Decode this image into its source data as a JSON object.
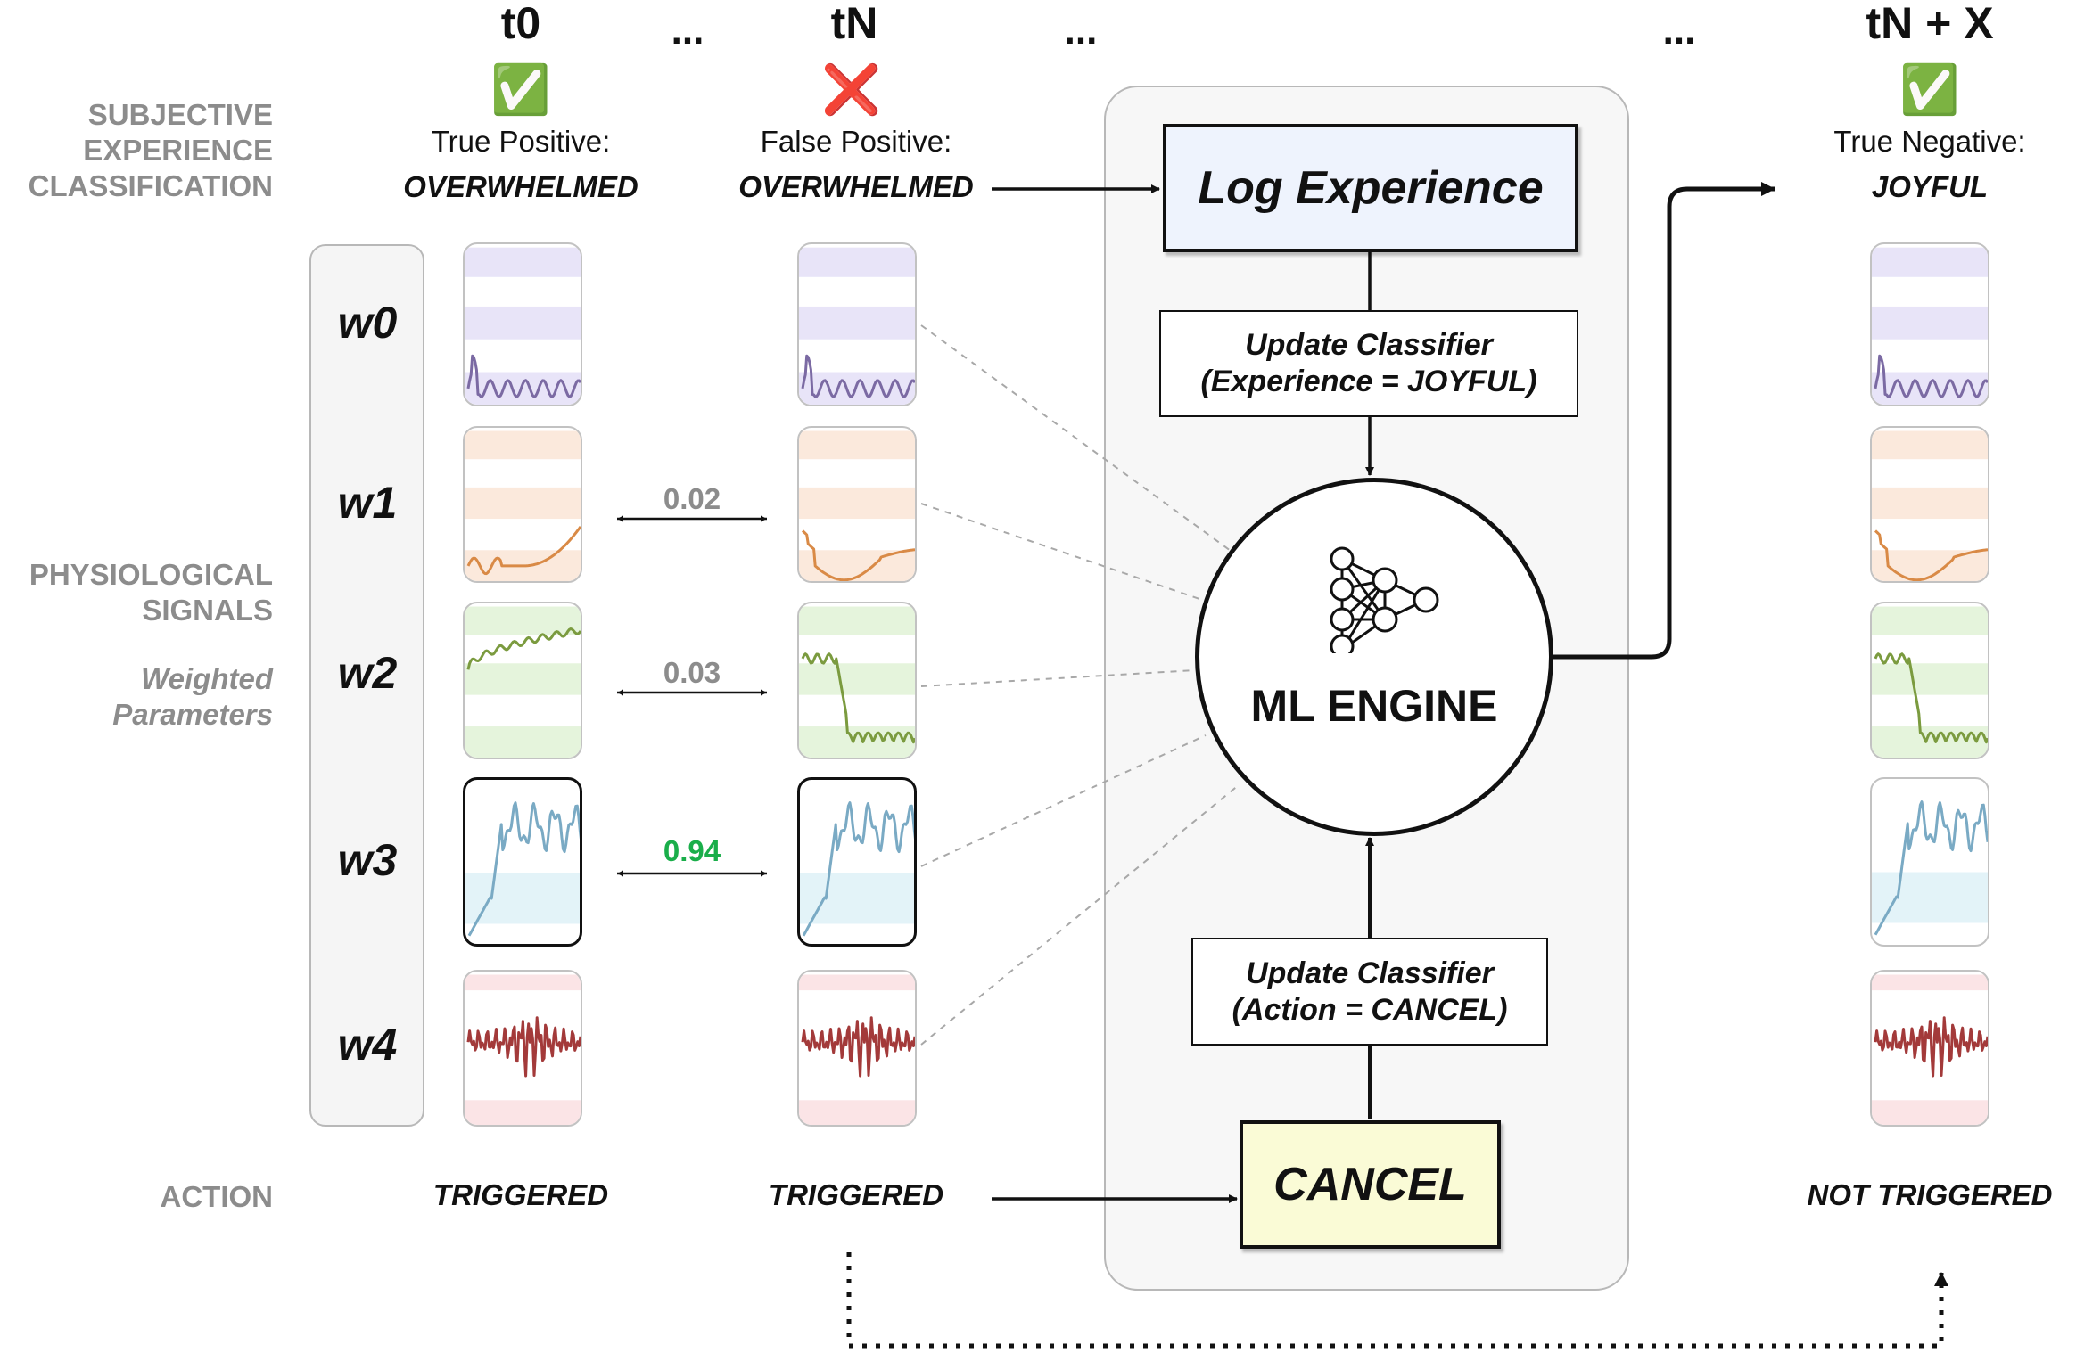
{
  "row_labels": {
    "subjective": [
      "SUBJECTIVE",
      "EXPERIENCE",
      "CLASSIFICATION"
    ],
    "physio": [
      "PHYSIOLOGICAL",
      "SIGNALS"
    ],
    "weighted": [
      "Weighted",
      "Parameters"
    ],
    "action": "ACTION"
  },
  "time_labels": {
    "t0": "t0",
    "tN": "tN",
    "tNX": "tN + X",
    "ellipsis": "..."
  },
  "columns": {
    "t0": {
      "mark": "✅",
      "label": "True Positive:",
      "value": "OVERWHELMED",
      "action": "TRIGGERED"
    },
    "tN": {
      "mark": "❌",
      "label": "False Positive:",
      "value": "OVERWHELMED",
      "action": "TRIGGERED"
    },
    "tNX": {
      "mark": "✅",
      "label": "True Negative:",
      "value": "JOYFUL",
      "action": "NOT TRIGGERED"
    }
  },
  "weights": [
    "w0",
    "w1",
    "w2",
    "w3",
    "w4"
  ],
  "weight_values": [
    {
      "value": "0.02",
      "color": "#8c8c8c"
    },
    {
      "value": "0.03",
      "color": "#8c8c8c"
    },
    {
      "value": "0.94",
      "color": "#1aae4a"
    }
  ],
  "engine": {
    "log": "Log Experience",
    "update_top": [
      "Update Classifier",
      "(Experience = JOYFUL)"
    ],
    "label": "ML ENGINE",
    "update_bottom": [
      "Update Classifier",
      "(Action = CANCEL)"
    ],
    "cancel": "CANCEL"
  },
  "signal_colors": [
    "#7b6aa3",
    "#d98a46",
    "#7b9b3f",
    "#7aaac4",
    "#a33a3a"
  ],
  "signal_band_colors": [
    "#e8e4f8",
    "#fbe9dc",
    "#e5f4dc",
    "#e3f3f8",
    "#fbe4e6"
  ],
  "icons": {
    "engine": "neural-network-icon"
  }
}
